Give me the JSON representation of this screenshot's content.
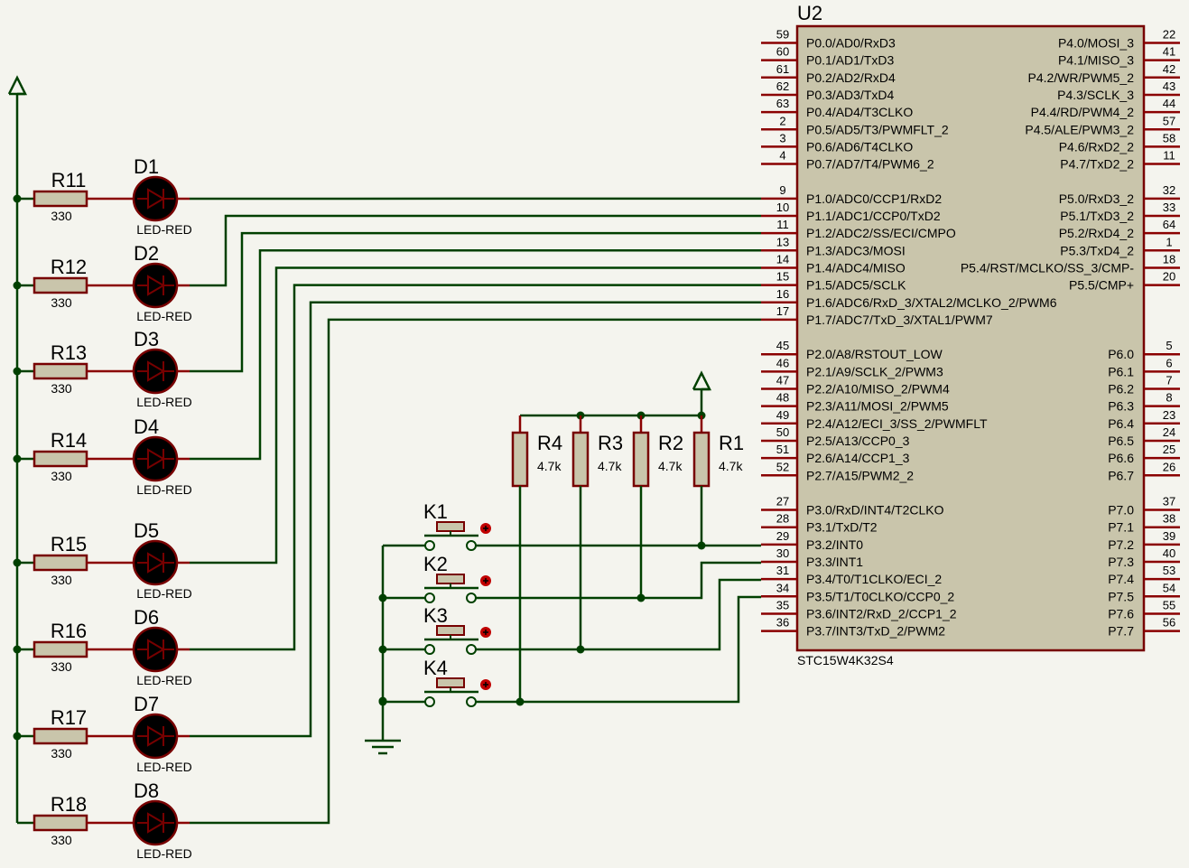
{
  "colors": {
    "wire": "#004000",
    "body": "#c9c5ab",
    "outline": "#770000",
    "pin": "#8a0000",
    "led_fill": "#000000",
    "node": "#004000"
  },
  "mcu": {
    "ref": "U2",
    "part": "STC15W4K32S4",
    "left_pins": [
      {
        "num": "59",
        "name": "P0.0/AD0/RxD3"
      },
      {
        "num": "60",
        "name": "P0.1/AD1/TxD3"
      },
      {
        "num": "61",
        "name": "P0.2/AD2/RxD4"
      },
      {
        "num": "62",
        "name": "P0.3/AD3/TxD4"
      },
      {
        "num": "63",
        "name": "P0.4/AD4/T3CLKO"
      },
      {
        "num": "2",
        "name": "P0.5/AD5/T3/PWMFLT_2"
      },
      {
        "num": "3",
        "name": "P0.6/AD6/T4CLKO"
      },
      {
        "num": "4",
        "name": "P0.7/AD7/T4/PWM6_2"
      },
      {
        "num": "9",
        "name": "P1.0/ADC0/CCP1/RxD2"
      },
      {
        "num": "10",
        "name": "P1.1/ADC1/CCP0/TxD2"
      },
      {
        "num": "11",
        "name": "P1.2/ADC2/SS/ECI/CMPO"
      },
      {
        "num": "13",
        "name": "P1.3/ADC3/MOSI"
      },
      {
        "num": "14",
        "name": "P1.4/ADC4/MISO"
      },
      {
        "num": "15",
        "name": "P1.5/ADC5/SCLK"
      },
      {
        "num": "16",
        "name": "P1.6/ADC6/RxD_3/XTAL2/MCLKO_2/PWM6"
      },
      {
        "num": "17",
        "name": "P1.7/ADC7/TxD_3/XTAL1/PWM7"
      },
      {
        "num": "45",
        "name": "P2.0/A8/RSTOUT_LOW"
      },
      {
        "num": "46",
        "name": "P2.1/A9/SCLK_2/PWM3"
      },
      {
        "num": "47",
        "name": "P2.2/A10/MISO_2/PWM4"
      },
      {
        "num": "48",
        "name": "P2.3/A11/MOSI_2/PWM5"
      },
      {
        "num": "49",
        "name": "P2.4/A12/ECI_3/SS_2/PWMFLT"
      },
      {
        "num": "50",
        "name": "P2.5/A13/CCP0_3"
      },
      {
        "num": "51",
        "name": "P2.6/A14/CCP1_3"
      },
      {
        "num": "52",
        "name": "P2.7/A15/PWM2_2"
      },
      {
        "num": "27",
        "name": "P3.0/RxD/INT4/T2CLKO"
      },
      {
        "num": "28",
        "name": "P3.1/TxD/T2"
      },
      {
        "num": "29",
        "name": "P3.2/INT0"
      },
      {
        "num": "30",
        "name": "P3.3/INT1"
      },
      {
        "num": "31",
        "name": "P3.4/T0/T1CLKO/ECI_2"
      },
      {
        "num": "34",
        "name": "P3.5/T1/T0CLKO/CCP0_2"
      },
      {
        "num": "35",
        "name": "P3.6/INT2/RxD_2/CCP1_2"
      },
      {
        "num": "36",
        "name": "P3.7/INT3/TxD_2/PWM2"
      }
    ],
    "right_pins": [
      {
        "num": "22",
        "name": "P4.0/MOSI_3"
      },
      {
        "num": "41",
        "name": "P4.1/MISO_3"
      },
      {
        "num": "42",
        "name": "P4.2/WR/PWM5_2"
      },
      {
        "num": "43",
        "name": "P4.3/SCLK_3"
      },
      {
        "num": "44",
        "name": "P4.4/RD/PWM4_2"
      },
      {
        "num": "57",
        "name": "P4.5/ALE/PWM3_2"
      },
      {
        "num": "58",
        "name": "P4.6/RxD2_2"
      },
      {
        "num": "11",
        "name": "P4.7/TxD2_2"
      },
      {
        "num": "32",
        "name": "P5.0/RxD3_2"
      },
      {
        "num": "33",
        "name": "P5.1/TxD3_2"
      },
      {
        "num": "64",
        "name": "P5.2/RxD4_2"
      },
      {
        "num": "1",
        "name": "P5.3/TxD4_2"
      },
      {
        "num": "18",
        "name": "P5.4/RST/MCLKO/SS_3/CMP-"
      },
      {
        "num": "20",
        "name": "P5.5/CMP+"
      },
      {
        "num": "5",
        "name": "P6.0"
      },
      {
        "num": "6",
        "name": "P6.1"
      },
      {
        "num": "7",
        "name": "P6.2"
      },
      {
        "num": "8",
        "name": "P6.3"
      },
      {
        "num": "23",
        "name": "P6.4"
      },
      {
        "num": "24",
        "name": "P6.5"
      },
      {
        "num": "25",
        "name": "P6.6"
      },
      {
        "num": "26",
        "name": "P6.7"
      },
      {
        "num": "37",
        "name": "P7.0"
      },
      {
        "num": "38",
        "name": "P7.1"
      },
      {
        "num": "39",
        "name": "P7.2"
      },
      {
        "num": "40",
        "name": "P7.3"
      },
      {
        "num": "53",
        "name": "P7.4"
      },
      {
        "num": "54",
        "name": "P7.5"
      },
      {
        "num": "55",
        "name": "P7.6"
      },
      {
        "num": "56",
        "name": "P7.7"
      }
    ]
  },
  "led_rows": [
    {
      "resistor": "R11",
      "value": "330",
      "led": "D1",
      "type": "LED-RED"
    },
    {
      "resistor": "R12",
      "value": "330",
      "led": "D2",
      "type": "LED-RED"
    },
    {
      "resistor": "R13",
      "value": "330",
      "led": "D3",
      "type": "LED-RED"
    },
    {
      "resistor": "R14",
      "value": "330",
      "led": "D4",
      "type": "LED-RED"
    },
    {
      "resistor": "R15",
      "value": "330",
      "led": "D5",
      "type": "LED-RED"
    },
    {
      "resistor": "R16",
      "value": "330",
      "led": "D6",
      "type": "LED-RED"
    },
    {
      "resistor": "R17",
      "value": "330",
      "led": "D7",
      "type": "LED-RED"
    },
    {
      "resistor": "R18",
      "value": "330",
      "led": "D8",
      "type": "LED-RED"
    }
  ],
  "pullups": [
    {
      "ref": "R4",
      "value": "4.7k"
    },
    {
      "ref": "R3",
      "value": "4.7k"
    },
    {
      "ref": "R2",
      "value": "4.7k"
    },
    {
      "ref": "R1",
      "value": "4.7k"
    }
  ],
  "switches": [
    {
      "ref": "K1"
    },
    {
      "ref": "K2"
    },
    {
      "ref": "K3"
    },
    {
      "ref": "K4"
    }
  ]
}
